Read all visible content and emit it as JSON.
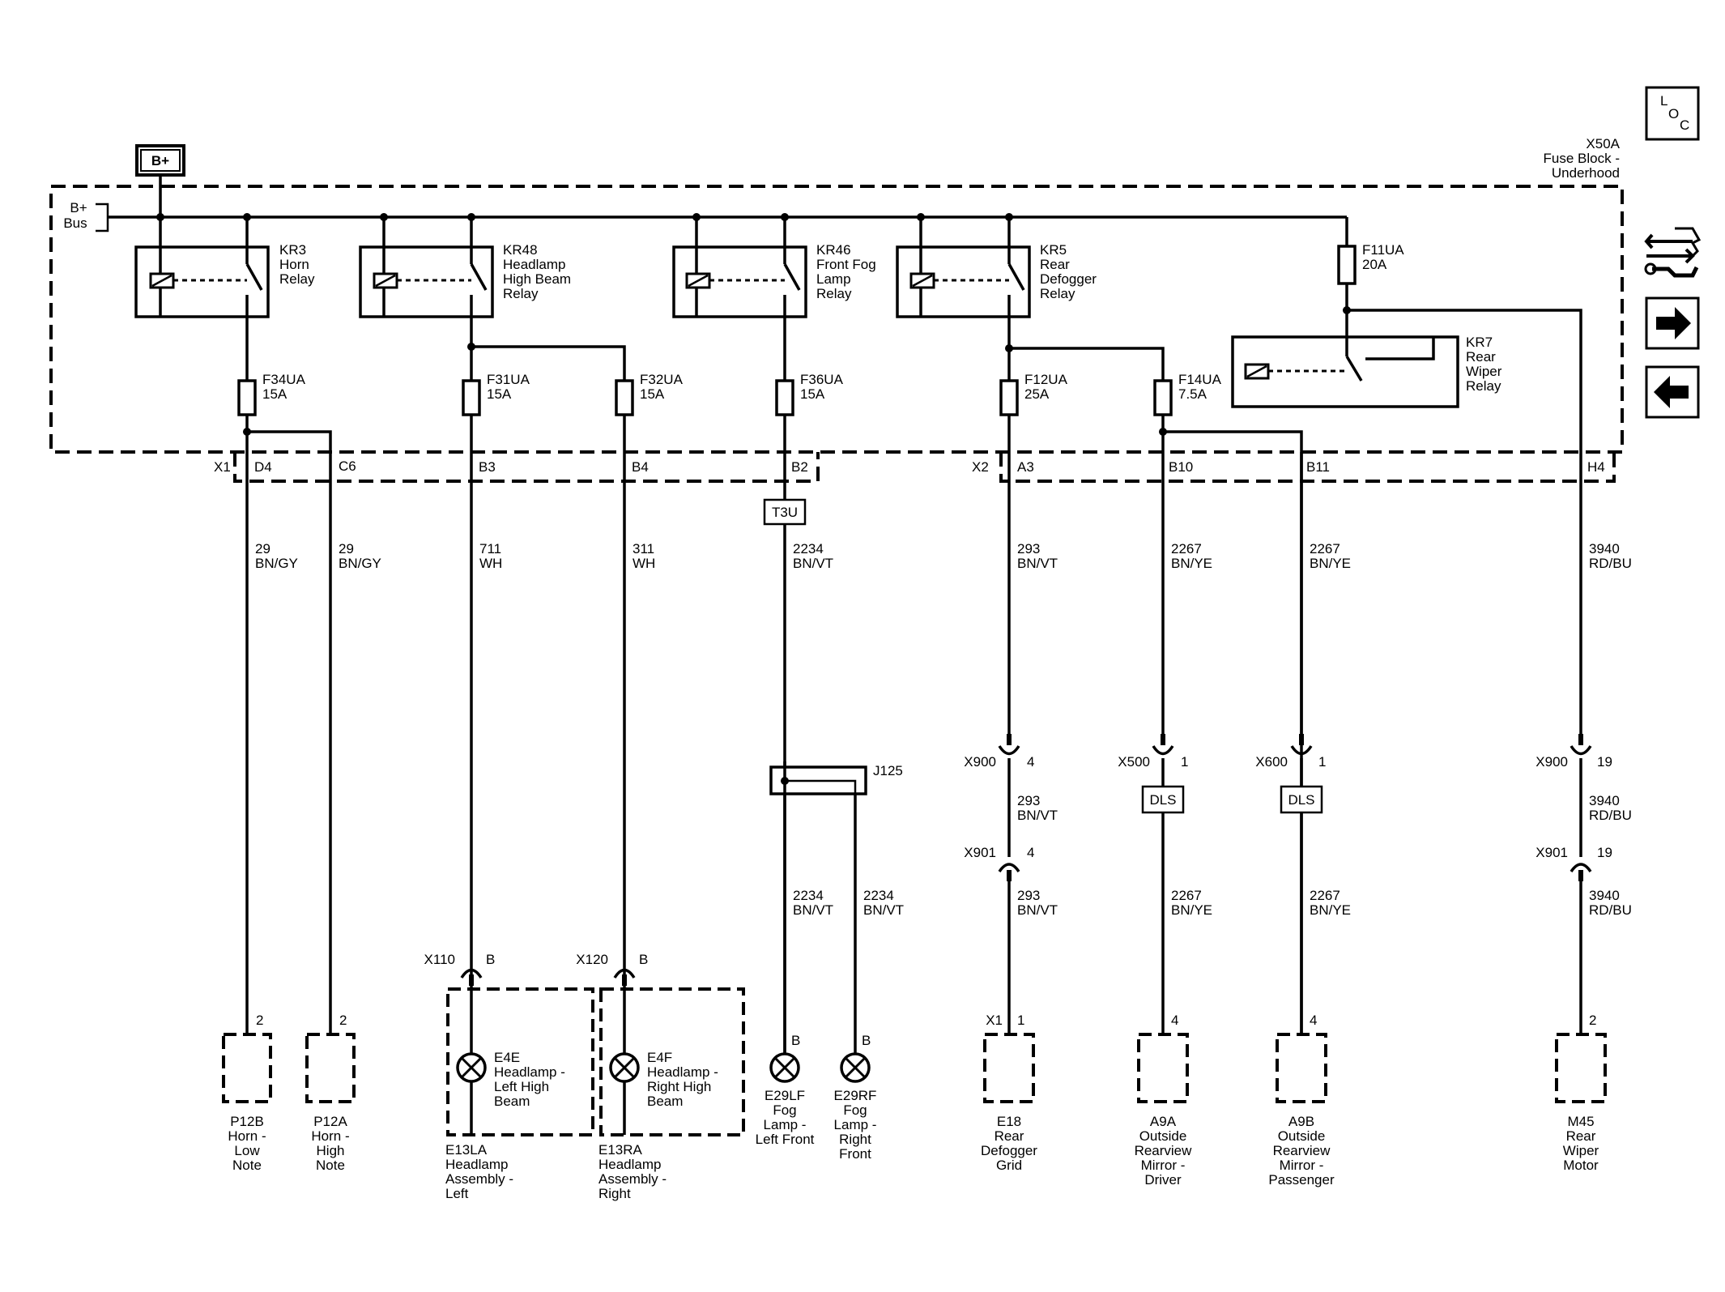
{
  "battery": {
    "label": "B+"
  },
  "bus": {
    "line1": "B+",
    "line2": "Bus"
  },
  "fuse_block": {
    "ref": "X50A",
    "name1": "Fuse Block -",
    "name2": "Underhood"
  },
  "side_nav": {
    "loc": {
      "l": "L",
      "o": "O",
      "c": "C",
      "icon": "loc-icon"
    },
    "icons": [
      "connector-tools-icon",
      "arrow-right-icon",
      "arrow-left-icon"
    ]
  },
  "relays": [
    {
      "id": "KR3",
      "lines": [
        "KR3",
        "Horn",
        "Relay"
      ]
    },
    {
      "id": "KR48",
      "lines": [
        "KR48",
        "Headlamp",
        "High Beam",
        "Relay"
      ]
    },
    {
      "id": "KR46",
      "lines": [
        "KR46",
        "Front Fog",
        "Lamp",
        "Relay"
      ]
    },
    {
      "id": "KR5",
      "lines": [
        "KR5",
        "Rear",
        "Defogger",
        "Relay"
      ]
    },
    {
      "id": "KR7",
      "lines": [
        "KR7",
        "Rear",
        "Wiper",
        "Relay"
      ]
    }
  ],
  "fuses": [
    {
      "id": "F34UA",
      "rating": "15A"
    },
    {
      "id": "F31UA",
      "rating": "15A"
    },
    {
      "id": "F32UA",
      "rating": "15A"
    },
    {
      "id": "F36UA",
      "rating": "15A"
    },
    {
      "id": "F12UA",
      "rating": "25A"
    },
    {
      "id": "F14UA",
      "rating": "7.5A"
    },
    {
      "id": "F11UA",
      "rating": "20A"
    }
  ],
  "connectors": {
    "x1": "X1",
    "x2": "X2",
    "pins": [
      "D4",
      "C6",
      "B3",
      "B4",
      "B2",
      "A3",
      "B10",
      "B11",
      "H4"
    ]
  },
  "t3u": "T3U",
  "j125": "J125",
  "dls": "DLS",
  "wires": {
    "horn_low": {
      "circuit": "29",
      "color": "BN/GY"
    },
    "horn_high": {
      "circuit": "29",
      "color": "BN/GY"
    },
    "hb_left": {
      "circuit": "711",
      "color": "WH"
    },
    "hb_right": {
      "circuit": "311",
      "color": "WH"
    },
    "fog": {
      "circuit": "2234",
      "color": "BN/VT"
    },
    "fog_left": {
      "circuit": "2234",
      "color": "BN/VT"
    },
    "fog_right": {
      "circuit": "2234",
      "color": "BN/VT"
    },
    "defog_1": {
      "circuit": "293",
      "color": "BN/VT"
    },
    "defog_2": {
      "circuit": "293",
      "color": "BN/VT"
    },
    "defog_3": {
      "circuit": "293",
      "color": "BN/VT"
    },
    "mirror_d1": {
      "circuit": "2267",
      "color": "BN/YE"
    },
    "mirror_d2": {
      "circuit": "2267",
      "color": "BN/YE"
    },
    "mirror_p1": {
      "circuit": "2267",
      "color": "BN/YE"
    },
    "mirror_p2": {
      "circuit": "2267",
      "color": "BN/YE"
    },
    "wiper_1": {
      "circuit": "3940",
      "color": "RD/BU"
    },
    "wiper_2": {
      "circuit": "3940",
      "color": "RD/BU"
    },
    "wiper_3": {
      "circuit": "3940",
      "color": "RD/BU"
    }
  },
  "inline_connectors": {
    "x900a": {
      "ref": "X900",
      "pin": "4"
    },
    "x901a": {
      "ref": "X901",
      "pin": "4"
    },
    "x500": {
      "ref": "X500",
      "pin": "1"
    },
    "x600": {
      "ref": "X600",
      "pin": "1"
    },
    "x900b": {
      "ref": "X900",
      "pin": "19"
    },
    "x901b": {
      "ref": "X901",
      "pin": "19"
    },
    "x110": {
      "ref": "X110",
      "pin": "B"
    },
    "x120": {
      "ref": "X120",
      "pin": "B"
    }
  },
  "loads": {
    "p12b": {
      "pin": "2",
      "lines": [
        "P12B",
        "Horn -",
        "Low",
        "Note"
      ]
    },
    "p12a": {
      "pin": "2",
      "lines": [
        "P12A",
        "Horn -",
        "High",
        "Note"
      ]
    },
    "e4e": {
      "lines": [
        "E4E",
        "Headlamp -",
        "Left High",
        "Beam"
      ]
    },
    "e13la": {
      "lines": [
        "E13LA",
        "Headlamp",
        "Assembly -",
        "Left"
      ]
    },
    "e4f": {
      "lines": [
        "E4F",
        "Headlamp -",
        "Right High",
        "Beam"
      ]
    },
    "e13ra": {
      "lines": [
        "E13RA",
        "Headlamp",
        "Assembly -",
        "Right"
      ]
    },
    "e29lf": {
      "pin": "B",
      "lines": [
        "E29LF",
        "Fog",
        "Lamp -",
        "Left Front"
      ]
    },
    "e29rf": {
      "pin": "B",
      "lines": [
        "E29RF",
        "Fog",
        "Lamp -",
        "Right",
        "Front"
      ]
    },
    "e18": {
      "conn": "X1",
      "pin": "1",
      "lines": [
        "E18",
        "Rear",
        "Defogger",
        "Grid"
      ]
    },
    "a9a": {
      "pin": "4",
      "lines": [
        "A9A",
        "Outside",
        "Rearview",
        "Mirror -",
        "Driver"
      ]
    },
    "a9b": {
      "pin": "4",
      "lines": [
        "A9B",
        "Outside",
        "Rearview",
        "Mirror -",
        "Passenger"
      ]
    },
    "m45": {
      "pin": "2",
      "lines": [
        "M45",
        "Rear",
        "Wiper",
        "Motor"
      ]
    }
  }
}
